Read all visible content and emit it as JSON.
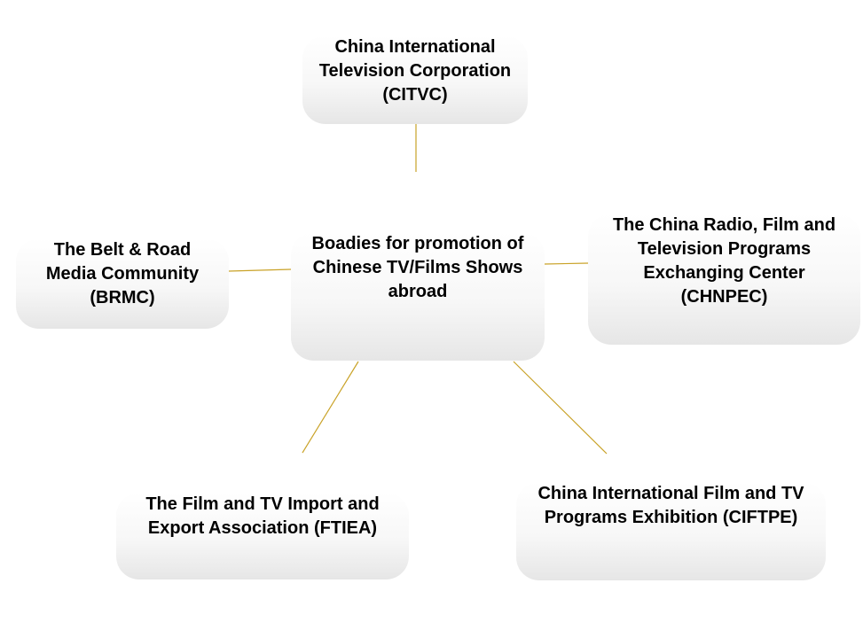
{
  "diagram": {
    "center": {
      "text": "Boadies for promotion of Chinese TV/Films Shows abroad"
    },
    "nodes": {
      "citvc": {
        "text": "China International Television Corporation (CITVC)"
      },
      "brmc": {
        "text": "The Belt & Road Media Community (BRMC)"
      },
      "chnpec": {
        "text": "The China Radio, Film and Television Programs Exchanging  Center (CHNPEC)"
      },
      "ftiea": {
        "text": "The Film and TV Import and Export Association (FTIEA)"
      },
      "ciftpe": {
        "text": "China International Film and TV Programs Exhibition (CIFTPE)"
      }
    },
    "connector_color": "#c9a227",
    "node_text_color": "#000000"
  }
}
